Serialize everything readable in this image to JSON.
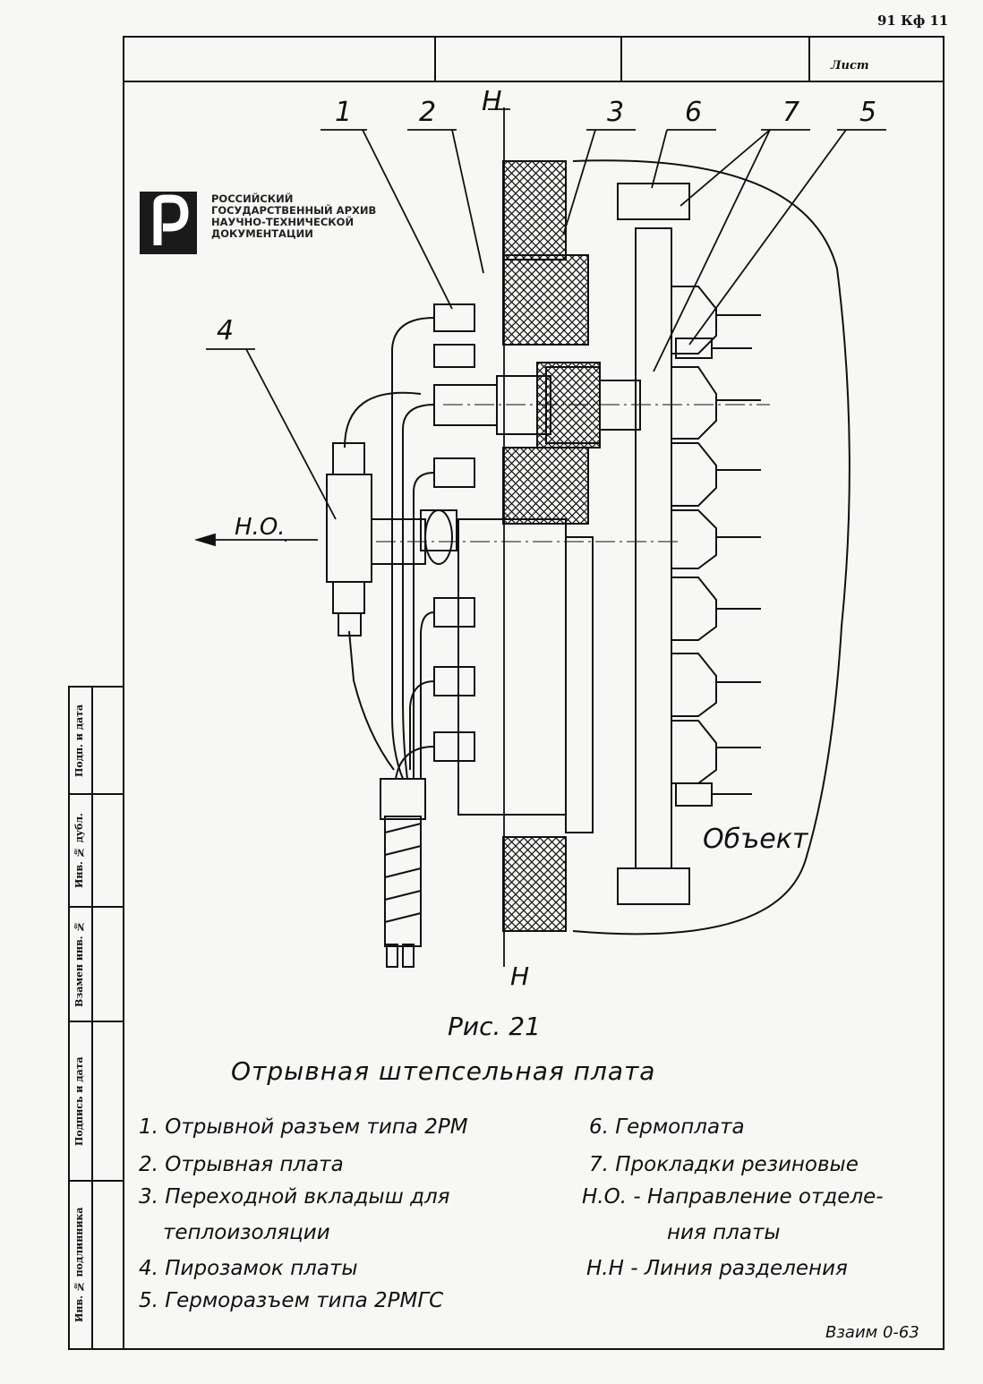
{
  "sheet_code": "91 Кф 11",
  "title_block": {
    "sheet_label": "Лист"
  },
  "side_stamp": {
    "fields": [
      "Подп. и дата",
      "Инв. № дубл.",
      "Взамен инв. №",
      "Подпись и дата",
      "Инв. № подлинника"
    ]
  },
  "archive_logo": {
    "lines": [
      "РОССИЙСКИЙ",
      "ГОСУДАРСТВЕННЫЙ АРХИВ",
      "НАУЧНО-ТЕХНИЧЕСКОЙ",
      "ДОКУМЕНТАЦИИ"
    ]
  },
  "drawing": {
    "callouts": [
      "1",
      "2",
      "Н",
      "3",
      "6",
      "7",
      "5",
      "4"
    ],
    "direction_label": "Н.О.",
    "bottom_section_label": "Н",
    "object_label": "Объект"
  },
  "caption": {
    "figure": "Рис. 21",
    "title": "Отрывная штепсельная плата"
  },
  "legend": {
    "left": [
      "1. Отрывной разъем типа 2РМ",
      "2. Отрывная плата",
      "3. Переходной вкладыш для",
      "теплоизоляции",
      "4. Пирозамок платы",
      "5. Герморазъем типа 2РМГС"
    ],
    "right": [
      "6. Гермоплата",
      "7. Прокладки резиновые",
      "Н.О. - Направление отделе-",
      "ния платы",
      "Н.Н - Линия разделения"
    ]
  },
  "signature": "Взаим 0-63"
}
